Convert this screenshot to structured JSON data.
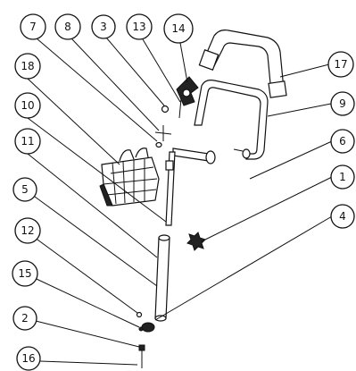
{
  "callouts": [
    {
      "id": "7",
      "label": "7"
    },
    {
      "id": "8",
      "label": "8"
    },
    {
      "id": "3",
      "label": "3"
    },
    {
      "id": "13",
      "label": "13"
    },
    {
      "id": "14",
      "label": "14"
    },
    {
      "id": "18",
      "label": "18"
    },
    {
      "id": "17",
      "label": "17"
    },
    {
      "id": "10",
      "label": "10"
    },
    {
      "id": "9",
      "label": "9"
    },
    {
      "id": "6",
      "label": "6"
    },
    {
      "id": "11",
      "label": "11"
    },
    {
      "id": "1",
      "label": "1"
    },
    {
      "id": "5",
      "label": "5"
    },
    {
      "id": "4",
      "label": "4"
    },
    {
      "id": "12",
      "label": "12"
    },
    {
      "id": "15",
      "label": "15"
    },
    {
      "id": "2",
      "label": "2"
    },
    {
      "id": "16",
      "label": "16"
    }
  ],
  "colors": {
    "ink": "#111111",
    "background": "#ffffff"
  }
}
